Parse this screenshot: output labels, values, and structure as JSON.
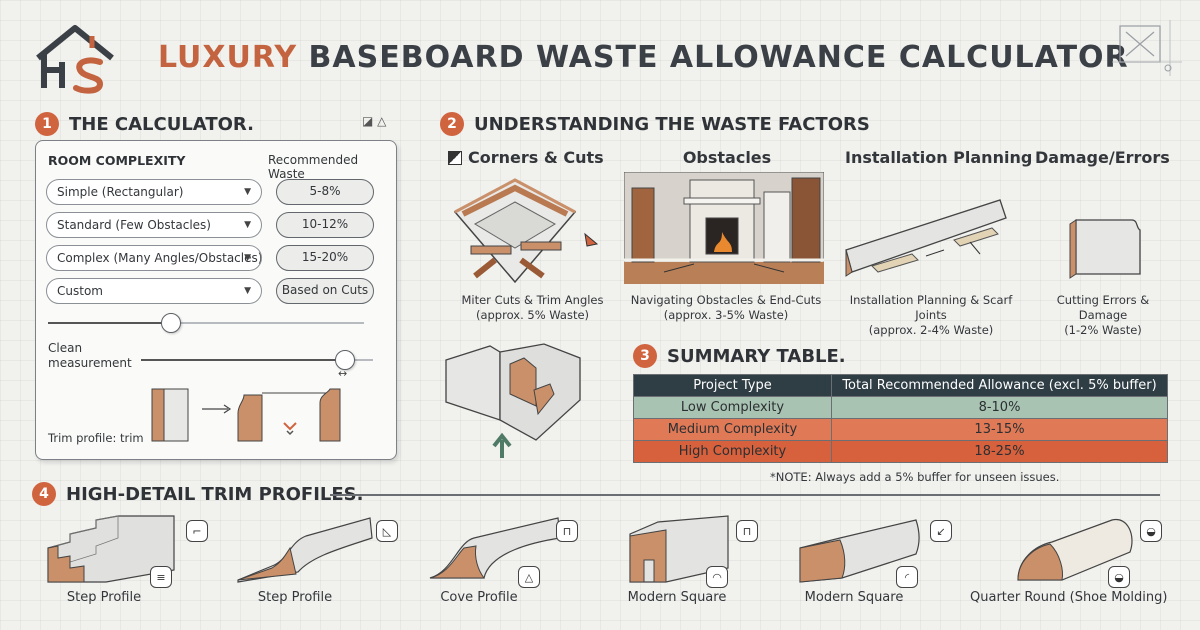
{
  "header": {
    "title_accent": "LUXURY",
    "title_rest": "BASEBOARD WASTE ALLOWANCE CALCULATOR"
  },
  "section1": {
    "number": "1",
    "title": "THE CALCULATOR.",
    "col_left": "ROOM COMPLEXITY",
    "col_right": "Recommended Waste",
    "options": [
      {
        "label": "Simple (Rectangular)",
        "waste": "5-8%"
      },
      {
        "label": "Standard (Few Obstacles)",
        "waste": "10-12%"
      },
      {
        "label": "Complex (Many Angles/Obstacles)",
        "waste": "15-20%"
      },
      {
        "label": "Custom",
        "waste": "Based on Cuts"
      }
    ],
    "slider1_value": 0.39,
    "clean_label_line1": "Clean",
    "clean_label_line2": "measurement",
    "slider2_value": 0.88,
    "trim_label": "Trim profile: trim"
  },
  "section2": {
    "number": "2",
    "title": "UNDERSTANDING THE WASTE FACTORS",
    "factors": [
      {
        "title": "Corners & Cuts",
        "cap1": "Miter Cuts & Trim Angles",
        "cap2": "(approx. 5% Waste)"
      },
      {
        "title": "Obstacles",
        "cap1": "Navigating Obstacles & End-Cuts",
        "cap2": "(approx. 3-5% Waste)"
      },
      {
        "title": "Installation Planning",
        "cap1": "Installation Planning & Scarf Joints",
        "cap2": "(approx. 2-4% Waste)"
      },
      {
        "title": "Damage/Errors",
        "cap1": "Cutting Errors & Damage",
        "cap2": "(1-2% Waste)"
      }
    ]
  },
  "section3": {
    "number": "3",
    "title": "SUMMARY TABLE.",
    "headers": [
      "Project Type",
      "Total Recommended Allowance (excl. 5% buffer)"
    ],
    "rows": [
      [
        "Low Complexity",
        "8-10%"
      ],
      [
        "Medium Complexity",
        "13-15%"
      ],
      [
        "High Complexity",
        "18-25%"
      ]
    ],
    "note": "*NOTE: Always add a 5% buffer for unseen issues."
  },
  "section4": {
    "number": "4",
    "title": "HIGH-DETAIL TRIM PROFILES.",
    "profiles": [
      {
        "label": "Step Profile"
      },
      {
        "label": "Step Profile"
      },
      {
        "label": "Cove Profile"
      },
      {
        "label": "Modern Square"
      },
      {
        "label": "Modern Square"
      },
      {
        "label": "Quarter Round (Shoe Molding)"
      }
    ]
  },
  "colors": {
    "accent": "#d0643f",
    "wood": "#c9906a",
    "table_header": "#2f3d45",
    "low": "#a9c3b2",
    "medium": "#e07a56",
    "high": "#d7613d"
  }
}
